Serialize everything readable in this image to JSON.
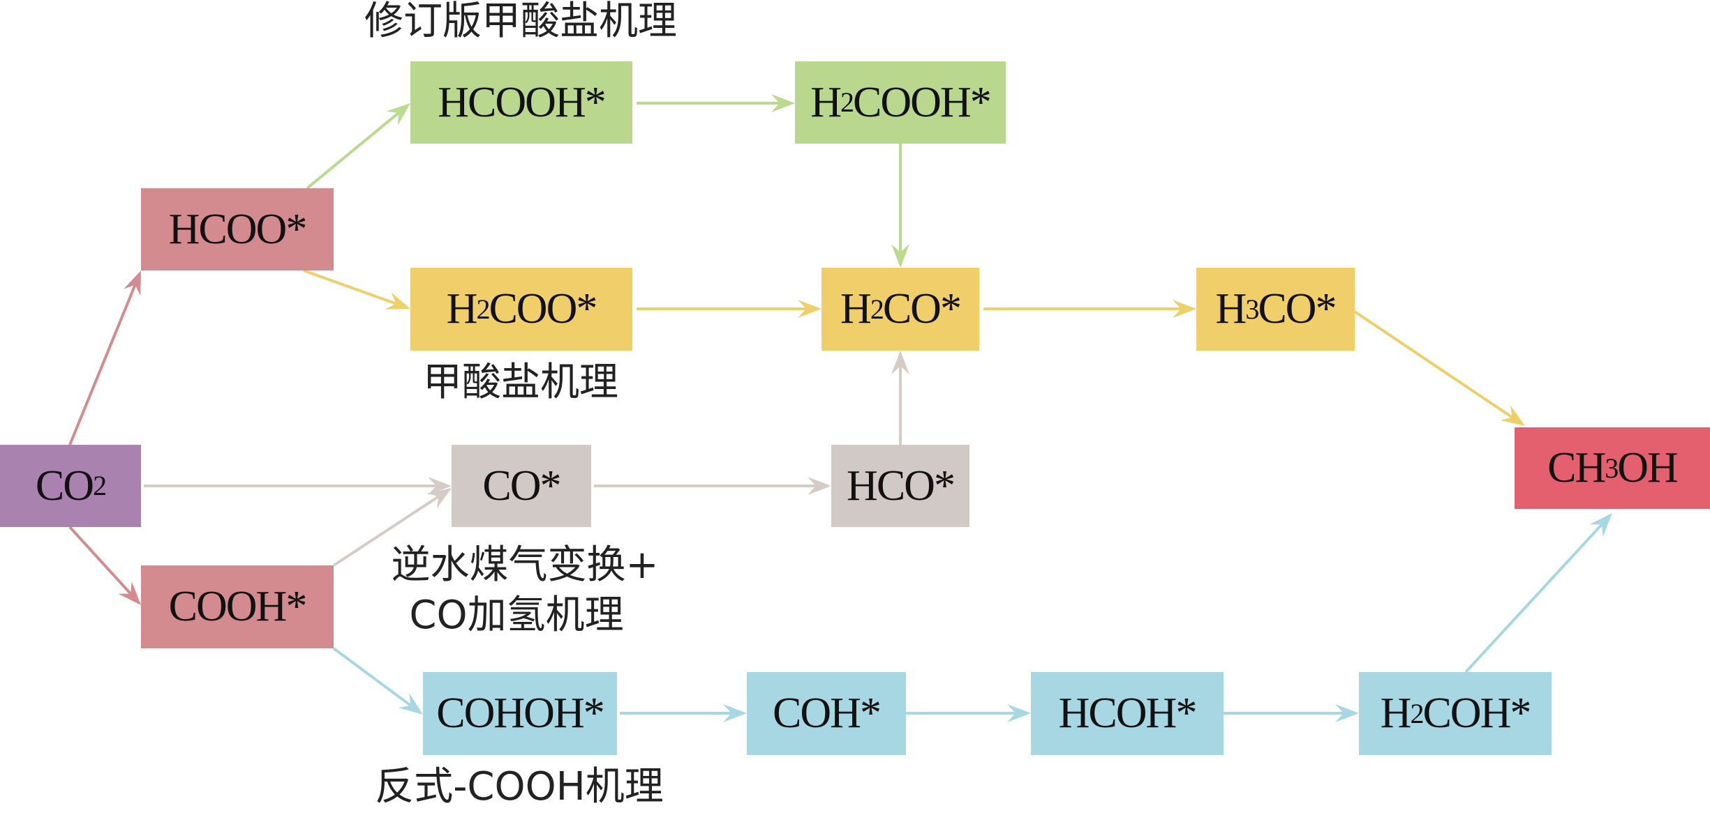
{
  "colors": {
    "co2": "#a982b0",
    "intermediate_pink": "#d48b90",
    "revised_formate": "#bad78e",
    "formate": "#f0cf6b",
    "rwgs": "#d0c9c5",
    "trans_cooh": "#a6d7e3",
    "methanol": "#e4606f"
  },
  "nodes": {
    "co2": {
      "pre": "CO",
      "sub": "2",
      "post": ""
    },
    "hcoo": {
      "pre": "HCOO*",
      "sub": "",
      "post": ""
    },
    "cooh": {
      "pre": "COOH*",
      "sub": "",
      "post": ""
    },
    "hcooh": {
      "pre": "HCOOH*",
      "sub": "",
      "post": ""
    },
    "h2cooh": {
      "pre": "H",
      "sub": "2",
      "post": "COOH*"
    },
    "h2coo": {
      "pre": "H",
      "sub": "2",
      "post": "COO*"
    },
    "h2co": {
      "pre": "H",
      "sub": "2",
      "post": "CO*"
    },
    "h3co": {
      "pre": "H",
      "sub": "3",
      "post": "CO*"
    },
    "co": {
      "pre": "CO*",
      "sub": "",
      "post": ""
    },
    "hco": {
      "pre": "HCO*",
      "sub": "",
      "post": ""
    },
    "ch3oh": {
      "pre": "CH",
      "sub": "3",
      "post": "OH"
    },
    "cohoh": {
      "pre": "COHOH*",
      "sub": "",
      "post": ""
    },
    "coh": {
      "pre": "COH*",
      "sub": "",
      "post": ""
    },
    "hcoh": {
      "pre": "HCOH*",
      "sub": "",
      "post": ""
    },
    "h2coh": {
      "pre": "H",
      "sub": "2",
      "post": "COH*"
    }
  },
  "labels": {
    "revised_formate": "修订版甲酸盐机理",
    "formate": "甲酸盐机理",
    "rwgs_line1": "逆水煤气变换+",
    "rwgs_line2": "CO加氢机理",
    "trans_cooh": "反式-COOH机理"
  }
}
